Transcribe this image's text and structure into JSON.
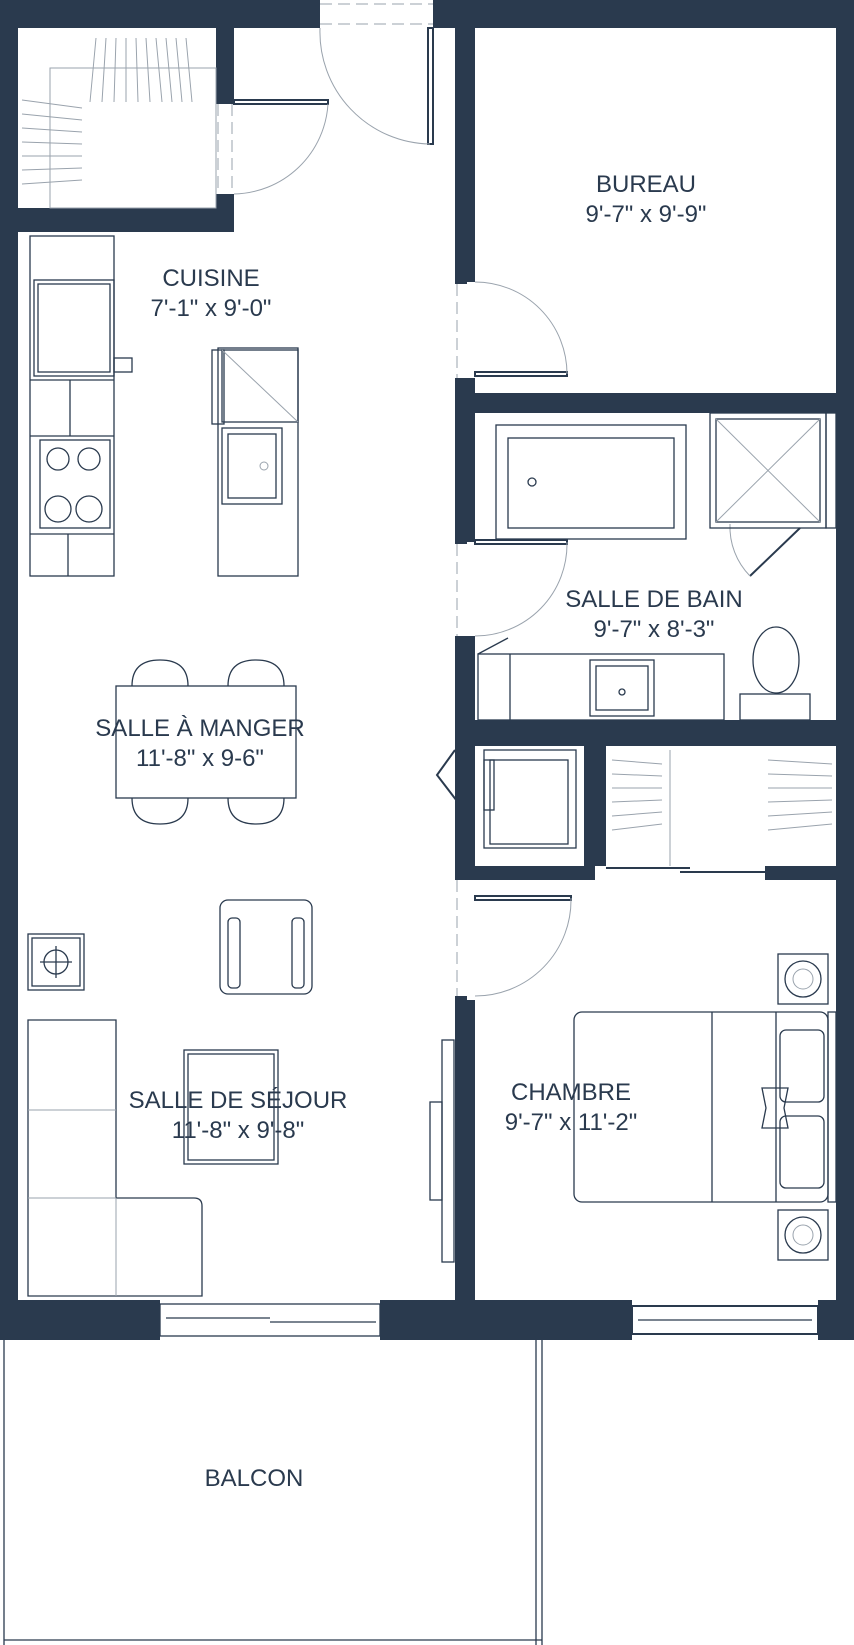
{
  "rooms": {
    "bureau": {
      "name": "BUREAU",
      "dims": "9'-7\" x 9'-9\""
    },
    "cuisine": {
      "name": "CUISINE",
      "dims": "7'-1\" x 9'-0\""
    },
    "salle_de_bain": {
      "name": "SALLE DE BAIN",
      "dims": "9'-7\" x 8'-3\""
    },
    "salle_a_manger": {
      "name": "SALLE À MANGER",
      "dims": "11'-8\" x 9-6\""
    },
    "salle_de_sejour": {
      "name": "SALLE DE SÉJOUR",
      "dims": "11'-8\" x 9'-8\""
    },
    "chambre": {
      "name": "CHAMBRE",
      "dims": "9'-7\" x 11'-2\""
    },
    "balcon": {
      "name": "BALCON"
    }
  },
  "colors": {
    "wall": "#2a3a4e",
    "line": "#2a3a4e",
    "faint": "#9aa3ad",
    "background": "#ffffff"
  }
}
